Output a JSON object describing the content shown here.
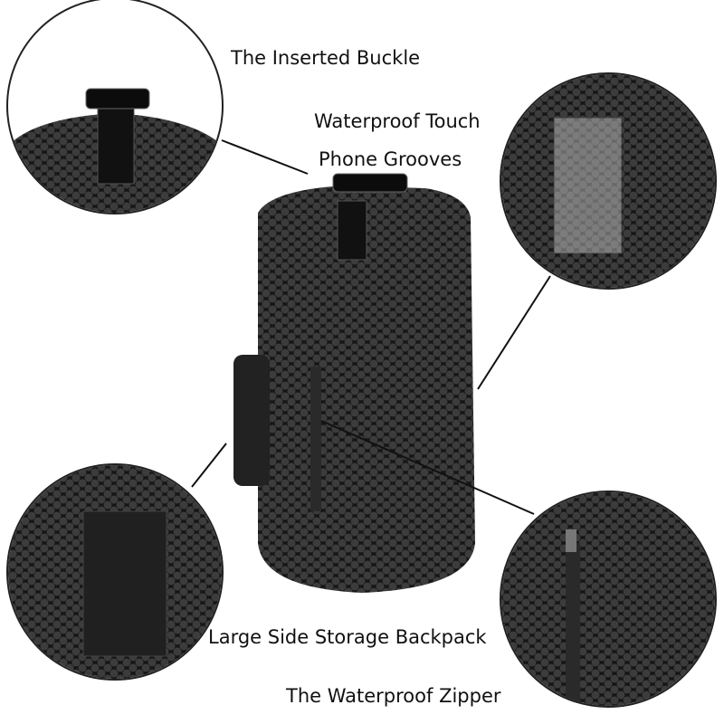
{
  "labels": {
    "buckle": "The Inserted Buckle",
    "touch_line1": "Waterproof Touch",
    "touch_line2": "Phone Grooves",
    "side_storage": "Large Side Storage Backpack",
    "zipper": "The Waterproof Zipper"
  },
  "colors": {
    "bag": "#1a1a1a",
    "hex_mesh": "#4a4a4a",
    "line": "#111111"
  }
}
